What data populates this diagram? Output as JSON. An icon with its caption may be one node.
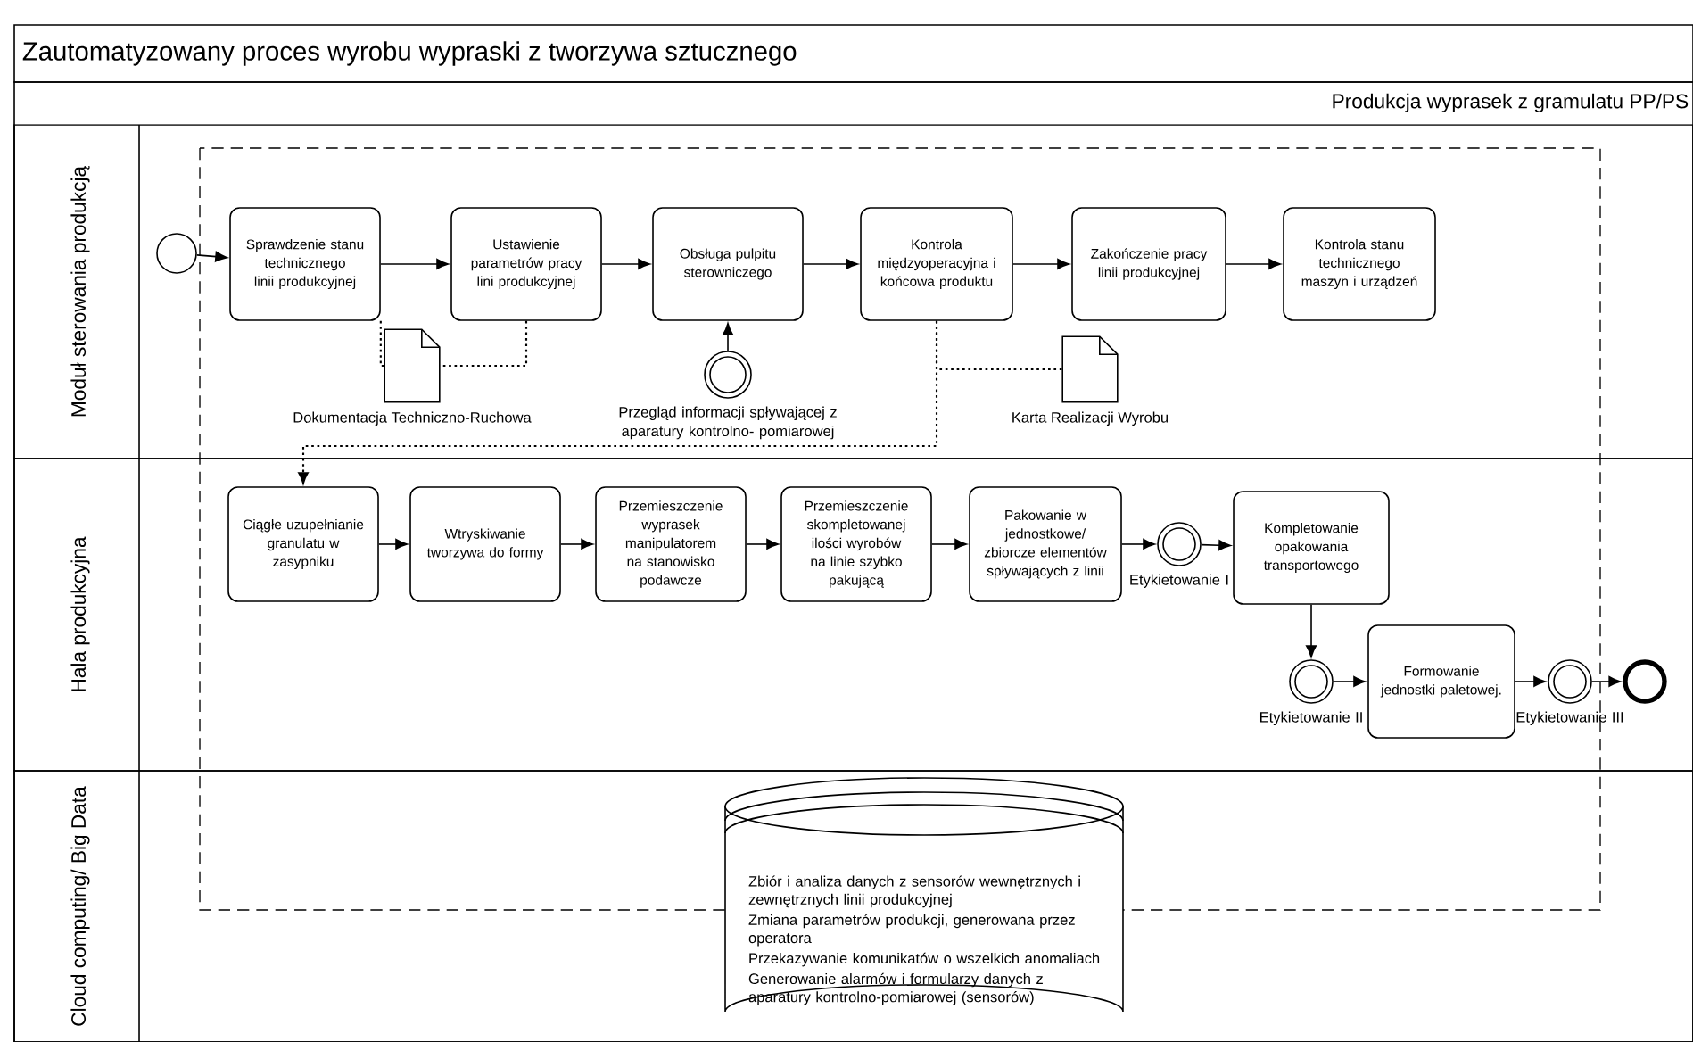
{
  "diagram": {
    "title": "Zautomatyzowany proces wyrobu wypraski z tworzywa sztucznego",
    "nodes": [
      {
        "text": [
          "Produkcja wyprasek z gramulatu PP/PS"
        ]
      },
      {
        "text": [
          "Moduł sterowania produkcją"
        ],
        "in": 0
      },
      {
        "text": [
          "Hala produkcyjna"
        ],
        "in": 0
      },
      {
        "text": [
          "Cloud computing/ Big Data"
        ],
        "in": 0
      },
      {
        "text": [],
        "shape": "circle",
        "in": 1
      },
      {
        "text": [
          "Sprawdzenie stanu technicznego linii produkcyjnej"
        ],
        "in": 1
      },
      {
        "text": [
          "Ustawienie parametrów pracy lini produkcyjnej"
        ],
        "in": 1
      },
      {
        "text": [
          "Obsługa pulpitu sterowniczego"
        ],
        "in": 1
      },
      {
        "text": [
          "Kontrola międzyoperacyjna i końcowa produktu"
        ],
        "in": 1
      },
      {
        "text": [
          "Zakończenie pracy linii produkcyjnej"
        ],
        "in": 1
      },
      {
        "text": [
          "Kontrola stanu technicznego maszyn i urządzeń"
        ],
        "in": 1
      },
      {
        "text": [
          "Dokumentacja Techniczno-Ruchowa"
        ],
        "in": 1
      },
      {
        "text": [
          "Przegląd informacji spływającej z aparatury kontrolno- pomiarowej"
        ],
        "in": 1
      },
      {
        "text": [
          "Karta Realizacji Wyrobu"
        ],
        "in": 1
      },
      {
        "text": [
          "Ciągłe uzupełnianie granulatu w zasypniku"
        ],
        "in": 2
      },
      {
        "text": [
          "Wtryskiwanie tworzywa do formy"
        ],
        "in": 2
      },
      {
        "text": [
          "Przemieszczenie wyprasek manipulatorem na stanowisko podawcze"
        ],
        "in": 2
      },
      {
        "text": [
          "Przemieszczenie skompletowanej ilości wyrobów na linie szybko pakującą"
        ],
        "in": 2
      },
      {
        "text": [
          "Pakowanie w jednostkowe/ zbiorcze elementów spływających z linii"
        ],
        "in": 2
      },
      {
        "text": [
          "Etykietowanie I"
        ],
        "in": 2
      },
      {
        "text": [
          "Kompletowanie opakowania transportowego"
        ],
        "in": 2
      },
      {
        "text": [
          "Etykietowanie II"
        ],
        "in": 2
      },
      {
        "text": [
          "Formowanie jednostki paletowej."
        ],
        "in": 2
      },
      {
        "text": [
          "Etykietowanie III"
        ],
        "in": 2
      },
      {
        "text": [],
        "shape": "circle",
        "in": 2
      },
      {
        "text": [
          "Zbiór i analiza danych z sensorów wewnętrznych i zewnętrznych linii produkcyjnej",
          "Zmiana parametrów produkcji, generowana przez operatora",
          "Przekazywanie komunikatów o wszelkich anomaliach",
          "Generowanie alarmów i formularzy danych z aparatury kontrolno-pomiarowej (sensorów)"
        ],
        "in": 3
      }
    ],
    "edges": [
      {
        "from": 4,
        "to": 5,
        "arrow": "to"
      },
      {
        "from": 5,
        "to": 6,
        "arrow": "to"
      },
      {
        "from": 6,
        "to": 7,
        "arrow": "to"
      },
      {
        "from": 7,
        "to": 8,
        "arrow": "to"
      },
      {
        "from": 8,
        "to": 9,
        "arrow": "to"
      },
      {
        "from": 9,
        "to": 10,
        "arrow": "to"
      },
      {
        "from": 5,
        "to": 11,
        "arrow": "none",
        "style": "dashed"
      },
      {
        "from": 6,
        "to": 11,
        "arrow": "none",
        "style": "dashed"
      },
      {
        "from": 12,
        "to": 7,
        "arrow": "to"
      },
      {
        "from": 8,
        "to": 13,
        "arrow": "none",
        "style": "dashed"
      },
      {
        "from": 8,
        "to": 14,
        "arrow": "to",
        "style": "dashed"
      },
      {
        "from": 14,
        "to": 15,
        "arrow": "to"
      },
      {
        "from": 15,
        "to": 16,
        "arrow": "to"
      },
      {
        "from": 16,
        "to": 17,
        "arrow": "to"
      },
      {
        "from": 17,
        "to": 18,
        "arrow": "to"
      },
      {
        "from": 18,
        "to": 19,
        "arrow": "to"
      },
      {
        "from": 19,
        "to": 20,
        "arrow": "to"
      },
      {
        "from": 20,
        "to": 21,
        "arrow": "to"
      },
      {
        "from": 21,
        "to": 22,
        "arrow": "to"
      },
      {
        "from": 22,
        "to": 23,
        "arrow": "to"
      },
      {
        "from": 23,
        "to": 24,
        "arrow": "to"
      }
    ]
  }
}
